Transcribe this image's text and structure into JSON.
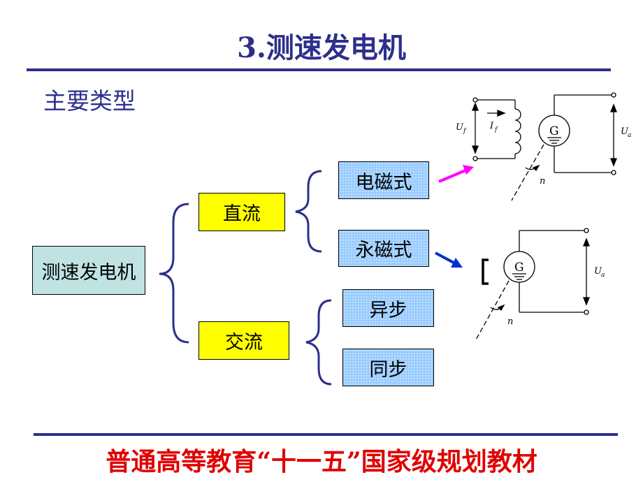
{
  "slide": {
    "title": "3.测速发电机",
    "subtitle": "主要类型",
    "footer": "普通高等教育“十一五”国家级规划教材"
  },
  "tree": {
    "root": "测速发电机",
    "dc": {
      "label": "直流",
      "children": [
        "电磁式",
        "永磁式"
      ]
    },
    "ac": {
      "label": "交流",
      "children": [
        "异步",
        "同步"
      ]
    }
  },
  "diagram_em": {
    "field_voltage": "U",
    "field_voltage_sub": "f",
    "field_current": "I",
    "field_current_sub": "f",
    "generator": "G",
    "output_voltage": "U",
    "output_voltage_sub": "a",
    "speed": "n"
  },
  "diagram_pm": {
    "generator": "G",
    "output_voltage": "U",
    "output_voltage_sub": "a",
    "speed": "n"
  },
  "colors": {
    "title": "#2d2f8c",
    "footer": "#e00000",
    "arrow_em": "#ff00ff",
    "arrow_pm": "#0033cc"
  }
}
